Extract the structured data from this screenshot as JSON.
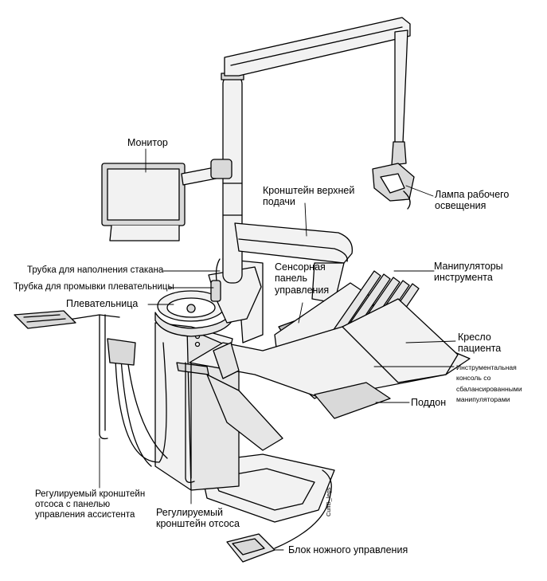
{
  "colors": {
    "line": "#000000",
    "fill_light": "#f2f2f2",
    "fill_mid": "#d9d9d9",
    "fill_dark": "#bdbdbd",
    "background": "#ffffff"
  },
  "labels": {
    "monitor": "Монитор",
    "upper_arm": "Кронштейн верхней\nподачи",
    "lamp": "Лампа рабочего\nосвещения",
    "cup_tube": "Трубка для наполнения стакана",
    "spittoon_tube": "Трубка для промывки плевательницы",
    "spittoon": "Плевательница",
    "touch_panel": "Сенсорная\nпанель\nуправления",
    "instruments": "Манипуляторы\nинструмента",
    "chair": "Кресло\nпациента",
    "console": "Инструментальная\nконсоль со\nсбалансированными\nманипуляторами",
    "tray": "Поддон",
    "assistant_arm": "Регулируемый кронштейн\nотсоса с панелью\nуправления ассистента",
    "suction_arm": "Регулируемый\nкронштейн отсоса",
    "foot_control": "Блок ножного управления"
  },
  "image_code": "CuffB_legs"
}
